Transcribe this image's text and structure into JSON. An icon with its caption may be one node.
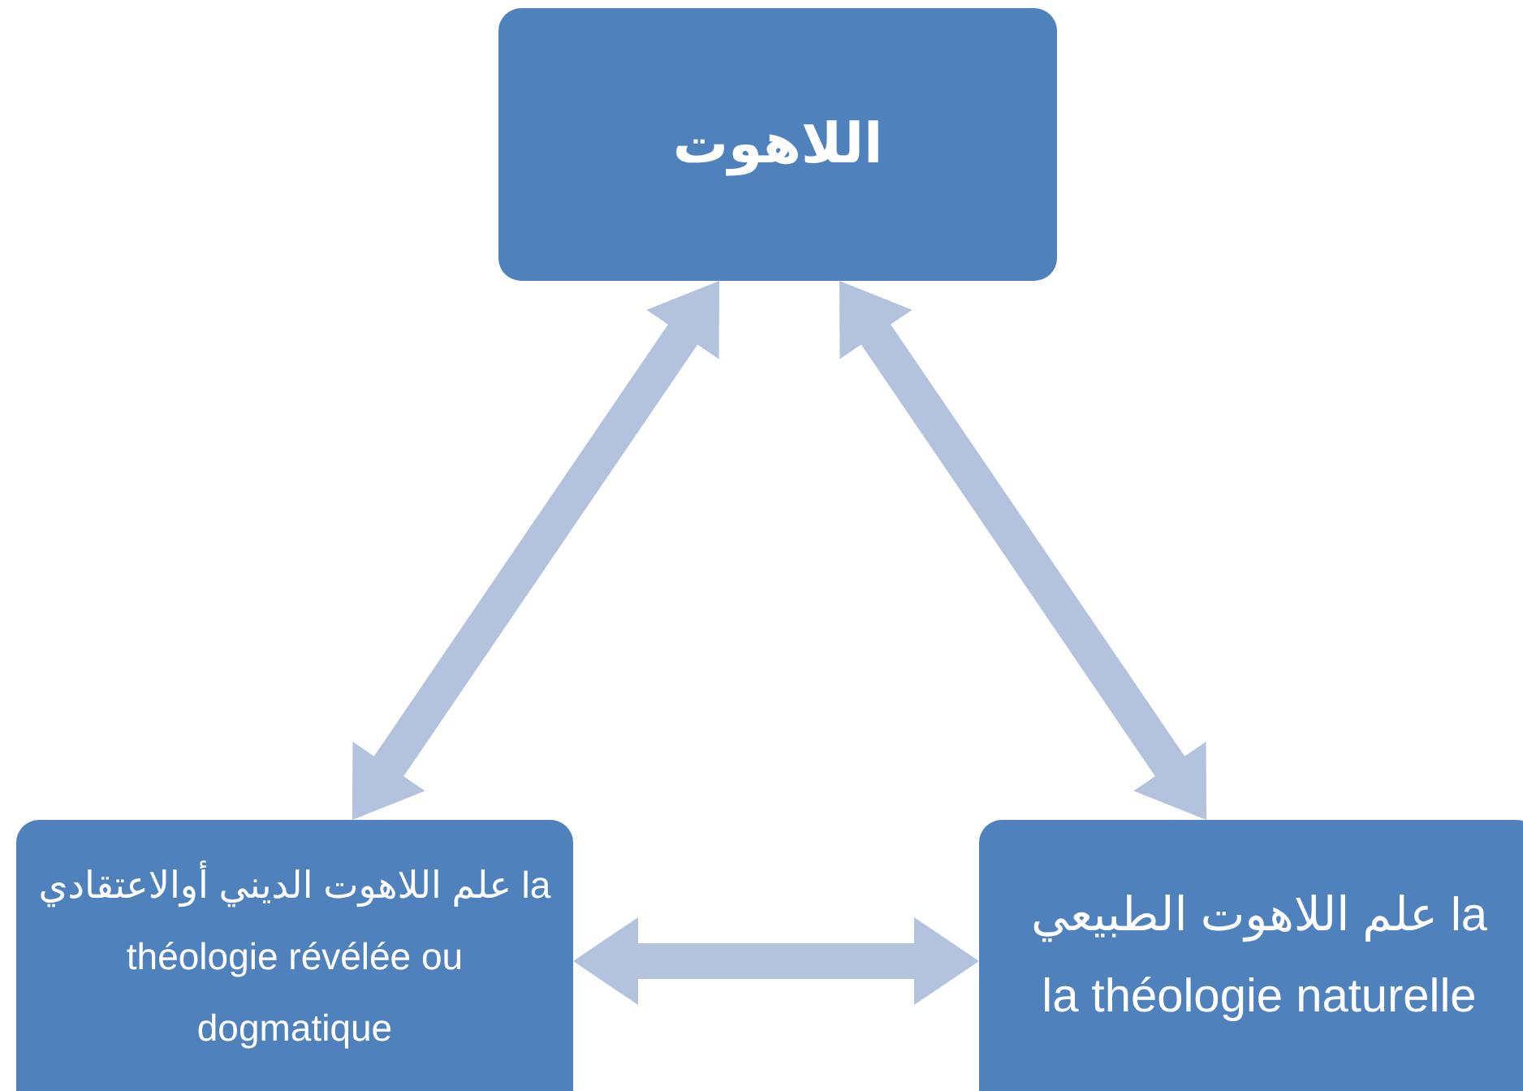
{
  "diagram": {
    "nodes": [
      {
        "text": [
          "اللاهوت"
        ]
      },
      {
        "text": [
          "علم اللاهوت الديني أوالاعتقادي la théologie révélée ou dogmatique"
        ]
      },
      {
        "text": [
          "علم اللاهوت الطبيعي la la théologie naturelle"
        ]
      }
    ],
    "edges": [
      {
        "from": 0,
        "to": 1,
        "arrow": "both"
      },
      {
        "from": 0,
        "to": 2,
        "arrow": "both"
      },
      {
        "from": 1,
        "to": 2,
        "arrow": "both"
      }
    ]
  }
}
